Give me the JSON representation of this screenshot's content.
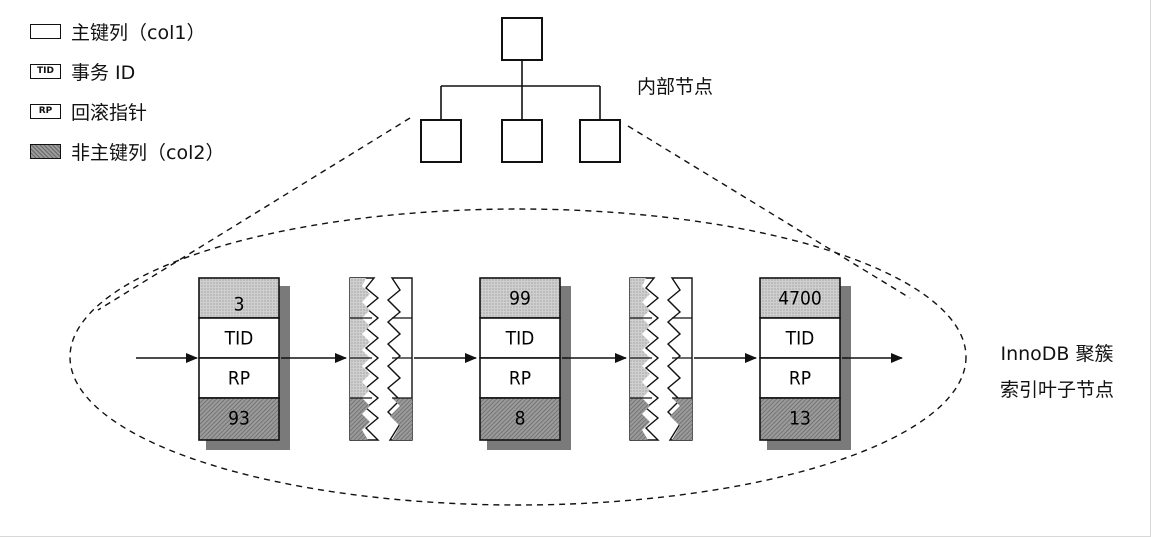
{
  "legend": [
    {
      "key": "primary",
      "swatch_text": "",
      "label": "主键列（col1）"
    },
    {
      "key": "tid",
      "swatch_text": "TID",
      "label": "事务 ID"
    },
    {
      "key": "rp",
      "swatch_text": "RP",
      "label": "回滚指针"
    },
    {
      "key": "nonkey",
      "swatch_text": "",
      "label": "非主键列（col2）"
    }
  ],
  "labels": {
    "internal_nodes": "内部节点",
    "leaf_line1": "InnoDB 聚簇",
    "leaf_line2": "索引叶子节点"
  },
  "leaf_nodes": [
    {
      "key": "3",
      "tid": "TID",
      "rp": "RP",
      "value": "93"
    },
    {
      "key": "99",
      "tid": "TID",
      "rp": "RP",
      "value": "8"
    },
    {
      "key": "4700",
      "tid": "TID",
      "rp": "RP",
      "value": "13"
    }
  ],
  "colors": {
    "line": "#111111",
    "key_fill": "#c8c8c8",
    "value_fill": "#8a8a8a",
    "shadow": "#7a7a7a"
  }
}
